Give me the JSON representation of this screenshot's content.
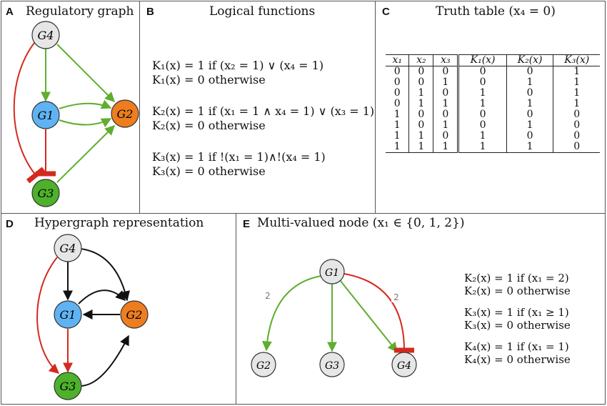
{
  "panels": {
    "A": {
      "label": "A",
      "title": "Regulatory graph"
    },
    "B": {
      "label": "B",
      "title": "Logical functions"
    },
    "C": {
      "label": "C",
      "title": "Truth table (x₄ = 0)"
    },
    "D": {
      "label": "D",
      "title": "Hypergraph representation"
    },
    "E": {
      "label": "E",
      "title": "Multi-valued node (x₁ ∈ {0, 1, 2})"
    }
  },
  "nodes": {
    "G1": "G1",
    "G2": "G2",
    "G3": "G3",
    "G4": "G4"
  },
  "node_colors": {
    "G1": "#5fb3f3",
    "G2": "#ee7d1f",
    "G3": "#4db12b",
    "G4": "#e6e6e6"
  },
  "edge_colors": {
    "activation": "#5fae2e",
    "inhibition": "#d42a1e",
    "hyperedge": "#111111"
  },
  "logical_functions": [
    "K₁(x) = 1 if (x₂ = 1) ∨ (x₄ = 1)",
    "K₁(x) = 0 otherwise",
    "K₂(x) = 1 if (x₁ = 1 ∧ x₄ = 1) ∨ (x₃ = 1)",
    "K₂(x) = 0 otherwise",
    "K₃(x) = 1 if !(x₁ = 1)∧!(x₄ = 1)",
    "K₃(x) = 0 otherwise"
  ],
  "truth_table": {
    "headers": [
      "x₁",
      "x₂",
      "x₃",
      "K₁(x)",
      "K₂(x)",
      "K₃(x)"
    ],
    "rows": [
      [
        "0",
        "0",
        "0",
        "0",
        "0",
        "1"
      ],
      [
        "0",
        "0",
        "1",
        "0",
        "1",
        "1"
      ],
      [
        "0",
        "1",
        "0",
        "1",
        "0",
        "1"
      ],
      [
        "0",
        "1",
        "1",
        "1",
        "1",
        "1"
      ],
      [
        "1",
        "0",
        "0",
        "0",
        "0",
        "0"
      ],
      [
        "1",
        "0",
        "1",
        "0",
        "1",
        "0"
      ],
      [
        "1",
        "1",
        "0",
        "1",
        "0",
        "0"
      ],
      [
        "1",
        "1",
        "1",
        "1",
        "1",
        "0"
      ]
    ]
  },
  "multivalued": {
    "edge_labels": [
      "2",
      "2"
    ],
    "functions": [
      "K₂(x) = 1 if (x₁ = 2)",
      "K₂(x) = 0 otherwise",
      "K₃(x) = 1 if (x₁ ≥ 1)",
      "K₃(x) = 0 otherwise",
      "K₄(x) = 1 if (x₁ = 1)",
      "K₄(x) = 0 otherwise"
    ]
  }
}
